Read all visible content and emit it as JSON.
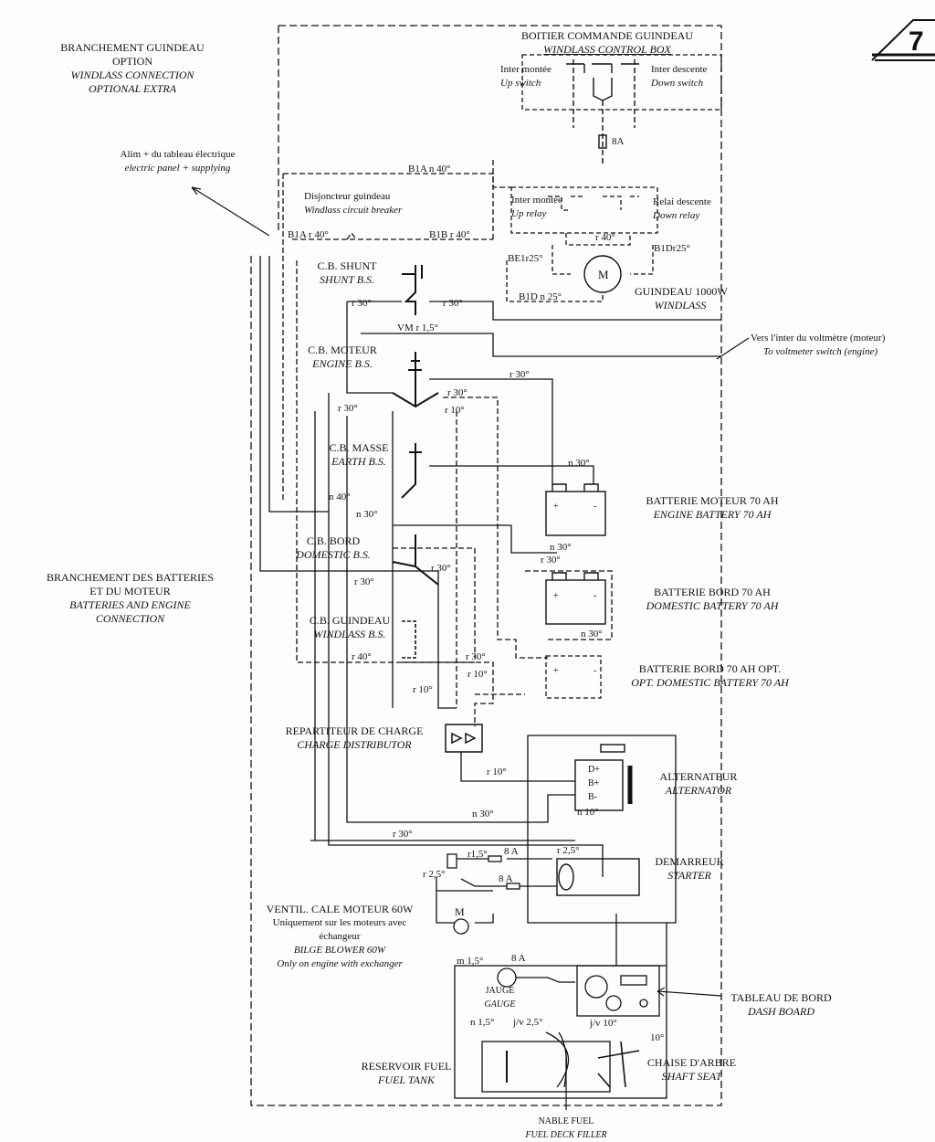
{
  "page_number": "7",
  "windlass_option": {
    "fr1": "BRANCHEMENT GUINDEAU",
    "fr2": "OPTION",
    "en1": "WINDLASS CONNECTION",
    "en2": "OPTIONAL EXTRA"
  },
  "panel_supply": {
    "fr": "Alim + du tableau électrique",
    "en": "electric panel + supplying"
  },
  "control_box": {
    "fr": "BOITIER COMMANDE GUINDEAU",
    "en": "WINDLASS CONTROL BOX"
  },
  "up_switch": {
    "fr": "Inter montée",
    "en": "Up switch"
  },
  "down_switch": {
    "fr": "Inter descente",
    "en": "Down switch"
  },
  "windlass_cb": {
    "fr": "Disjoncteur guindeau",
    "en": "Windlass circuit breaker"
  },
  "up_relay": {
    "fr": "Inter montée",
    "en": "Up relay"
  },
  "down_relay": {
    "fr": "Relai descente",
    "en": "Down relay"
  },
  "windlass_motor": {
    "fr": "GUINDEAU 1000W",
    "en": "WINDLASS",
    "symbol": "M"
  },
  "voltmeter": {
    "fr": "Vers l'inter du voltmètre (moteur)",
    "en": "To voltmeter switch (engine)"
  },
  "cb_shunt": {
    "fr": "C.B. SHUNT",
    "en": "SHUNT B.S."
  },
  "cb_engine": {
    "fr": "C.B. MOTEUR",
    "en": "ENGINE B.S."
  },
  "cb_earth": {
    "fr": "C.B. MASSE",
    "en": "EARTH B.S."
  },
  "cb_domestic": {
    "fr": "C.B. BORD",
    "en": "DOMESTIC B.S."
  },
  "cb_windlass": {
    "fr": "C.B. GUINDEAU",
    "en": "WINDLASS B.S."
  },
  "battery_engine": {
    "fr": "BATTERIE MOTEUR 70 AH",
    "en": "ENGINE BATTERY 70 AH"
  },
  "battery_domestic": {
    "fr": "BATTERIE BORD 70 AH",
    "en": "DOMESTIC BATTERY 70 AH"
  },
  "battery_opt": {
    "fr": "BATTERIE BORD 70 AH OPT.",
    "en": "OPT. DOMESTIC BATTERY 70 AH"
  },
  "batteries_connection": {
    "fr1": "BRANCHEMENT DES BATTERIES",
    "fr2": "ET DU MOTEUR",
    "en1": "BATTERIES AND ENGINE",
    "en2": "CONNECTION"
  },
  "charge_distributor": {
    "fr": "REPARTITEUR DE CHARGE",
    "en": "CHARGE DISTRIBUTOR"
  },
  "alternator": {
    "fr": "ALTERNATEUR",
    "en": "ALTERNATOR",
    "terminals": [
      "D+",
      "B+",
      "B-"
    ]
  },
  "starter": {
    "fr": "DEMARREUR",
    "en": "STARTER"
  },
  "bilge_blower": {
    "fr1": "VENTIL. CALE MOTEUR 60W",
    "fr2": "Uniquement sur les moteurs avec",
    "fr3": "échangeur",
    "en1": "BILGE BLOWER 60W",
    "en2": "Only on engine with exchanger",
    "symbol": "M"
  },
  "dash_board": {
    "fr": "TABLEAU DE BORD",
    "en": "DASH BOARD"
  },
  "gauge": {
    "fr": "JAUGE",
    "en": "GAUGE"
  },
  "fuel_tank": {
    "fr": "RESERVOIR FUEL",
    "en": "FUEL TANK"
  },
  "shaft_seat": {
    "fr": "CHAISE D'ARBRE",
    "en": "SHAFT SEAT"
  },
  "fuel_filler": {
    "fr": "NABLE FUEL",
    "en": "FUEL DECK FILLER"
  },
  "wire_labels": {
    "w8a_top": "8A",
    "b1a_n40": "B1A n 40°",
    "b1a_r40": "B1A r 40°",
    "b1b_r40": "B1B r 40°",
    "r40": "r 40°",
    "b1d_r25": "B1Dr25°",
    "be1_r25": "BE1r25°",
    "b1d_n25": "B1D n 25°",
    "shunt_r30_l": "r 30°",
    "shunt_r30_r": "r 30°",
    "vm_r15": "VM r 1,5°",
    "eng_r30_top": "r 30°",
    "eng_r30_l": "r 30°",
    "eng_r30_r": "r 30°",
    "eng_r10": "r 10°",
    "earth_n30": "n 30°",
    "earth_n40": "n 40°",
    "earth_n30b": "n 30°",
    "dom_n30": "n 30°",
    "dom_r30_top": "r 30°",
    "dom_r30_l": "r 30°",
    "dom_r30_r": "r 30°",
    "opt_n30": "n 30°",
    "gw_r40": "r 40°",
    "gw_r30": "r 30°",
    "gw_r10": "r 10°",
    "dist_r10_l": "r 10°",
    "alt_r10": "r 10°",
    "alt_n10": "n 10°",
    "start_n30": "n 30°",
    "start_r30": "r 30°",
    "start_r25": "r 2,5°",
    "blow_r15": "r1,5°",
    "blow_8a": "8 A",
    "blow_r25": "r 2,5°",
    "blow_8a_b": "8 A",
    "dash_m15": "m 1,5°",
    "dash_8a": "8 A",
    "fuel_n15": "n 1,5°",
    "fuel_jv25": "j/v 2,5°",
    "dash_jv10": "j/v 10°",
    "shaft_10": "10°"
  }
}
